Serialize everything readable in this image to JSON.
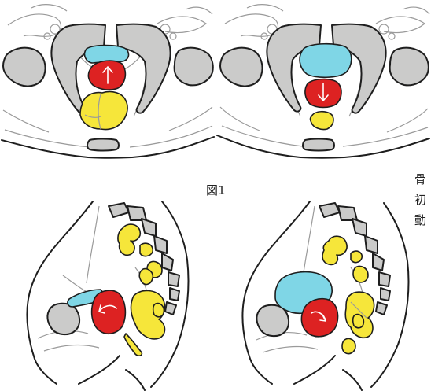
{
  "caption": "図1",
  "side_text": [
    "骨",
    "初",
    "動"
  ],
  "colors": {
    "bladder": "#7fd6e6",
    "uterus": "#dd2222",
    "rectum": "#f6e63a",
    "bone": "#cbcbca",
    "outline": "#1e1e1e",
    "fine_line": "#9a9a9a",
    "background": "#ffffff"
  },
  "arrow_directions": {
    "axial_left": "up",
    "axial_right": "down",
    "sagittal_left": "curved-back",
    "sagittal_right": "curved-forward"
  },
  "icons": [
    "arrow-up-icon",
    "arrow-down-icon",
    "curved-arrow-icon",
    "curved-arrow-icon"
  ]
}
